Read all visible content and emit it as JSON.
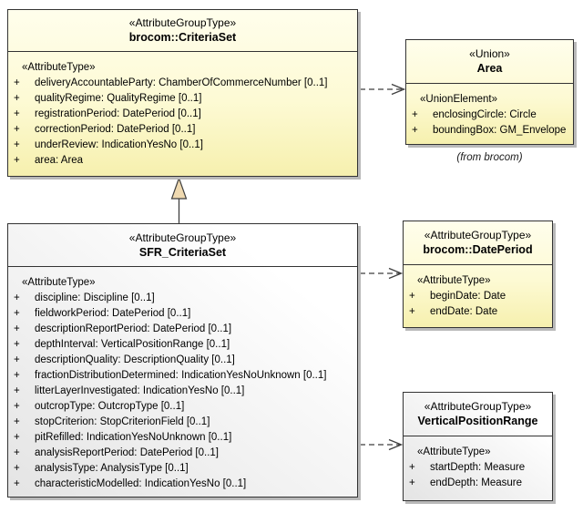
{
  "diagram": {
    "type": "uml-class-diagram",
    "colors": {
      "class_fill_yellow": "#F8F3B8",
      "class_fill_gray_white": "#E8E8E8",
      "generalization_triangle_fill": "#EFD9B0",
      "border": "#333333",
      "shadow": "#B9B9B9",
      "background": "#FFFFFF"
    }
  },
  "classes": {
    "criteriaSet": {
      "stereotype": "«AttributeGroupType»",
      "name": "brocom::CriteriaSet",
      "section_label": "«AttributeType»",
      "attributes": [
        {
          "vis": "+",
          "text": "deliveryAccountableParty: ChamberOfCommerceNumber [0..1]"
        },
        {
          "vis": "+",
          "text": "qualityRegime: QualityRegime [0..1]"
        },
        {
          "vis": "+",
          "text": "registrationPeriod: DatePeriod [0..1]"
        },
        {
          "vis": "+",
          "text": "correctionPeriod: DatePeriod [0..1]"
        },
        {
          "vis": "+",
          "text": "underReview: IndicationYesNo [0..1]"
        },
        {
          "vis": "+",
          "text": "area: Area"
        }
      ]
    },
    "area": {
      "stereotype": "«Union»",
      "name": "Area",
      "section_label": "«UnionElement»",
      "attributes": [
        {
          "vis": "+",
          "text": "enclosingCircle: Circle"
        },
        {
          "vis": "+",
          "text": "boundingBox: GM_Envelope"
        }
      ]
    },
    "sfrCriteriaSet": {
      "stereotype": "«AttributeGroupType»",
      "name": "SFR_CriteriaSet",
      "section_label": "«AttributeType»",
      "attributes": [
        {
          "vis": "+",
          "text": "discipline: Discipline [0..1]"
        },
        {
          "vis": "+",
          "text": "fieldworkPeriod: DatePeriod [0..1]"
        },
        {
          "vis": "+",
          "text": "descriptionReportPeriod: DatePeriod [0..1]"
        },
        {
          "vis": "+",
          "text": "depthInterval: VerticalPositionRange [0..1]"
        },
        {
          "vis": "+",
          "text": "descriptionQuality: DescriptionQuality [0..1]"
        },
        {
          "vis": "+",
          "text": "fractionDistributionDetermined: IndicationYesNoUnknown [0..1]"
        },
        {
          "vis": "+",
          "text": "litterLayerInvestigated: IndicationYesNo [0..1]"
        },
        {
          "vis": "+",
          "text": "outcropType: OutcropType [0..1]"
        },
        {
          "vis": "+",
          "text": "stopCriterion: StopCriterionField [0..1]"
        },
        {
          "vis": "+",
          "text": "pitRefilled: IndicationYesNoUnknown [0..1]"
        },
        {
          "vis": "+",
          "text": "analysisReportPeriod: DatePeriod [0..1]"
        },
        {
          "vis": "+",
          "text": "analysisType: AnalysisType [0..1]"
        },
        {
          "vis": "+",
          "text": "characteristicModelled: IndicationYesNo [0..1]"
        }
      ]
    },
    "datePeriod": {
      "stereotype": "«AttributeGroupType»",
      "name": "brocom::DatePeriod",
      "section_label": "«AttributeType»",
      "attributes": [
        {
          "vis": "+",
          "text": "beginDate: Date"
        },
        {
          "vis": "+",
          "text": "endDate: Date"
        }
      ]
    },
    "verticalPositionRange": {
      "stereotype": "«AttributeGroupType»",
      "name": "VerticalPositionRange",
      "section_label": "«AttributeType»",
      "attributes": [
        {
          "vis": "+",
          "text": "startDepth: Measure"
        },
        {
          "vis": "+",
          "text": "endDepth: Measure"
        }
      ]
    }
  },
  "annotations": {
    "from_brocom": "(from brocom)"
  }
}
